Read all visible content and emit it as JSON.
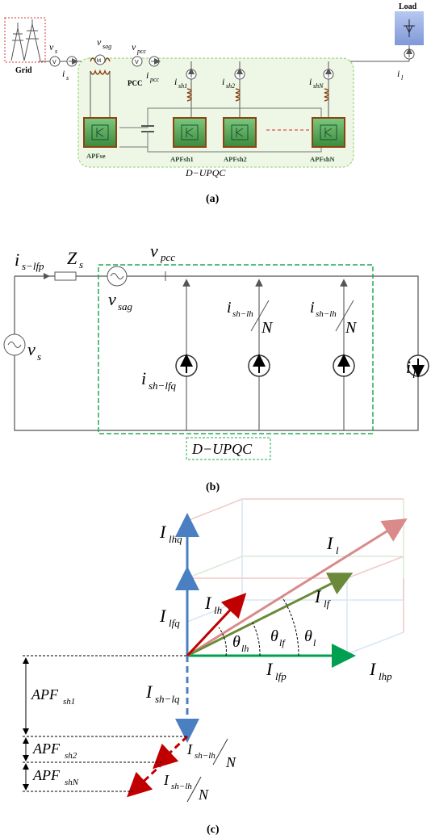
{
  "panel_a": {
    "grid_label": "Grid",
    "load_label": "Load",
    "vs": "v",
    "vs_sub": "s",
    "is": "i",
    "is_sub": "s",
    "vsag": "v",
    "vsag_sub": "sag",
    "vpcc": "v",
    "vpcc_sub": "pcc",
    "ipcc": "i",
    "ipcc_sub": "pcc",
    "pcc": "PCC",
    "ish1": "i",
    "ish1_sub": "sh1",
    "ish2": "i",
    "ish2_sub": "sh2",
    "ishN": "i",
    "ishN_sub": "shN",
    "il": "i",
    "il_sub": "l",
    "meter_v": "V",
    "meter_m": "M",
    "apfse": "APFse",
    "apfsh1": "APFsh1",
    "apfsh2": "APFsh2",
    "apfshN": "APFshN",
    "dupqc": "D−UPQC",
    "caption": "(a)"
  },
  "panel_b": {
    "is_lfp": "i",
    "is_lfp_sub": "s−lfp",
    "zs": "Z",
    "zs_sub": "s",
    "vpcc": "v",
    "vpcc_sub": "pcc",
    "vsag": "v",
    "vsag_sub": "sag",
    "vs": "v",
    "vs_sub": "s",
    "ish_lfq": "i",
    "ish_lfq_sub": "sh−lfq",
    "ish_lh_1": "i",
    "ish_lh_1_sub": "sh−lh",
    "ish_lh_1_den": "N",
    "ish_lh_2": "i",
    "ish_lh_2_sub": "sh−lh",
    "ish_lh_2_den": "N",
    "il": "i",
    "il_sub": "l",
    "dupqc": "D−UPQC",
    "caption": "(b)"
  },
  "panel_c": {
    "Ilhq": "I",
    "Ilhq_sub": "lhq",
    "Il": "I",
    "Il_sub": "l",
    "Ilf": "I",
    "Ilf_sub": "lf",
    "Ilh": "I",
    "Ilh_sub": "lh",
    "Ilfq": "I",
    "Ilfq_sub": "lfq",
    "theta_lh": "θ",
    "theta_lh_sub": "lh",
    "theta_lf": "θ",
    "theta_lf_sub": "lf",
    "theta_l": "θ",
    "theta_l_sub": "l",
    "Ilfp": "I",
    "Ilfp_sub": "lfp",
    "Ilhp": "I",
    "Ilhp_sub": "lhp",
    "Ish_lq": "I",
    "Ish_lq_sub": "sh−lq",
    "apf_sh1": "APF",
    "apf_sh1_sub": "sh1",
    "apf_sh2": "APF",
    "apf_sh2_sub": "sh2",
    "apf_shN": "APF",
    "apf_shN_sub": "shN",
    "Ish_lh_1": "I",
    "Ish_lh_1_sub": "sh−lh",
    "Ish_lh_1_den": "N",
    "Ish_lh_2": "I",
    "Ish_lh_2_sub": "sh−lh",
    "Ish_lh_2_den": "N",
    "caption": "(c)"
  },
  "colors": {
    "blue": "#4a7fc1",
    "red": "#c00000",
    "green": "#00a050",
    "olive": "#6a8a3a",
    "pink": "#d98a8a",
    "dashed_green": "#22aa55",
    "apf_green": "#3c8a3c"
  }
}
